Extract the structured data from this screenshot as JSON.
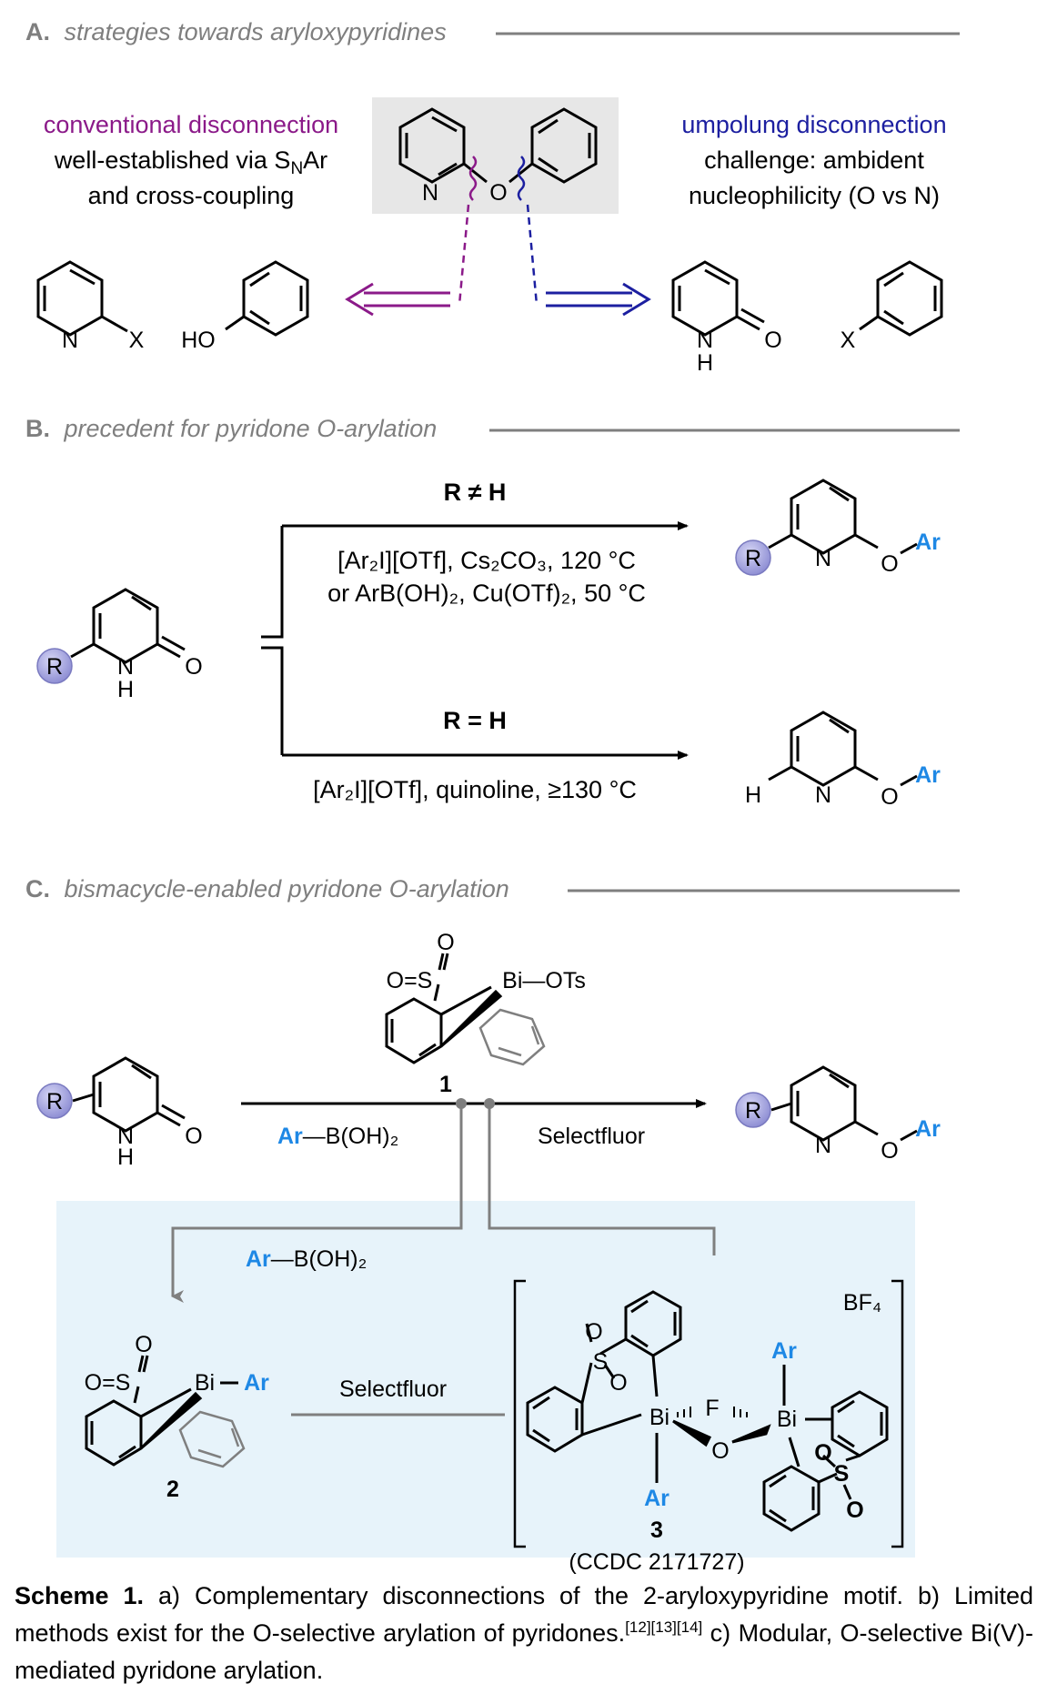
{
  "sectionA": {
    "letter": "A.",
    "title": "strategies towards aryloxypyridines",
    "conventional": {
      "heading": "conventional disconnection",
      "line1_pre": "well-established via S",
      "line1_sub": "N",
      "line1_post": "Ar",
      "line2": "and cross-coupling"
    },
    "umpolung": {
      "heading": "umpolung disconnection",
      "line1": "challenge: ambident",
      "line2": "nucleophilicity (O vs N)"
    },
    "atoms": {
      "N": "N",
      "O": "O",
      "X": "X",
      "HO": "HO",
      "H": "H"
    },
    "colors": {
      "conventional": "#8B1A89",
      "umpolung": "#1C1FA0",
      "grey_box": "#E7E7E7"
    }
  },
  "sectionB": {
    "letter": "B.",
    "title": "precedent for pyridone O-arylation",
    "top_condition": "R ≠ H",
    "top_reagents1": "[Ar₂I][OTf], Cs₂CO₃, 120 °C",
    "top_reagents2": "or ArB(OH)₂, Cu(OTf)₂, 50 °C",
    "bottom_condition": "R = H",
    "bottom_reagents": "[Ar₂I][OTf], quinoline, ≥130 °C",
    "atoms": {
      "R": "R",
      "N": "N",
      "H": "H",
      "O": "O",
      "Ar": "Ar"
    }
  },
  "sectionC": {
    "letter": "C.",
    "title": "bismacycle-enabled pyridone O-arylation",
    "reagent1_label": "1",
    "reagent1_bi": "Bi—OTs",
    "sulfone_O": "O",
    "sulfone_OS": "O=S",
    "arylboronic_ar": "Ar",
    "arylboronic_rest": "—B(OH)₂",
    "selectfluor": "Selectfluor",
    "compound2_label": "2",
    "compound2_bi": "Bi",
    "compound2_ar": "Ar",
    "compound3_label": "3",
    "ccdc": "(CCDC 2171727)",
    "bf4": "BF₄",
    "atoms": {
      "Bi": "Bi",
      "F": "F",
      "O": "O",
      "S": "S",
      "Ar": "Ar",
      "R": "R",
      "N": "N",
      "H": "H"
    },
    "colors": {
      "blue_box": "#E7F3FA",
      "ar_blue": "#1E88E5",
      "r_ball": "#A9A9E2"
    }
  },
  "caption": {
    "bold": "Scheme 1.",
    "text1": " a) Complementary disconnections of the 2-aryloxypyridine motif. b) Limited methods exist for the O-selective arylation of pyridones.",
    "sup": "[12][13][14]",
    "text2": " c) Modular, O-selective Bi(V)-mediated pyridone arylation."
  }
}
